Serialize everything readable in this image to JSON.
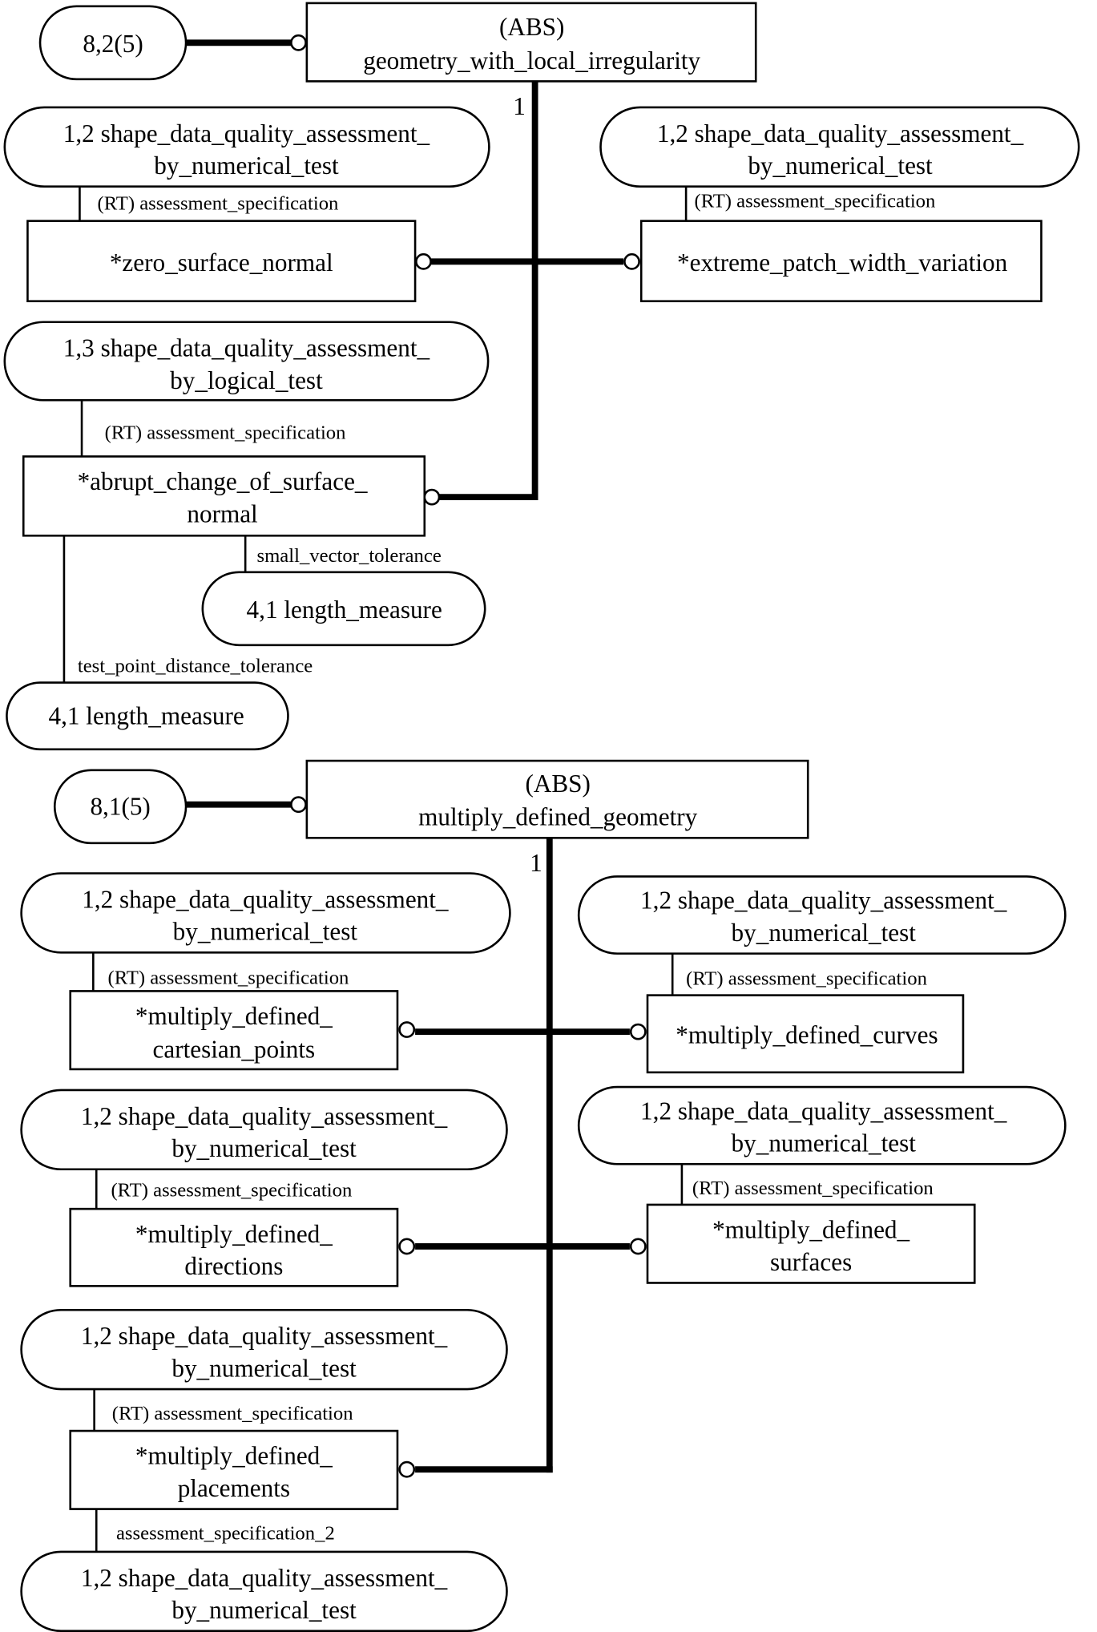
{
  "diagram": {
    "type": "EXPRESS-G schema diagram",
    "sections": [
      {
        "id": "geometry_with_local_irregularity",
        "abs_box": {
          "line1": "(ABS)",
          "line2": "geometry_with_local_irregularity"
        },
        "page_ref": "8,2(5)",
        "cardinality": "1",
        "subtypes": [
          {
            "name": "*zero_surface_normal",
            "assessment_ref": {
              "line1": "1,2  shape_data_quality_assessment_",
              "line2": "by_numerical_test"
            },
            "attribute_label": "(RT) assessment_specification"
          },
          {
            "name": "*extreme_patch_width_variation",
            "assessment_ref": {
              "line1": "1,2  shape_data_quality_assessment_",
              "line2": "by_numerical_test"
            },
            "attribute_label": "(RT) assessment_specification"
          },
          {
            "name_line1": "*abrupt_change_of_surface_",
            "name_line2": "normal",
            "assessment_ref": {
              "line1": "1,3  shape_data_quality_assessment_",
              "line2": "by_logical_test"
            },
            "attribute_label": "(RT) assessment_specification",
            "extra_attributes": [
              {
                "label": "small_vector_tolerance",
                "ref": "4,1  length_measure"
              },
              {
                "label": "test_point_distance_tolerance",
                "ref": "4,1  length_measure"
              }
            ]
          }
        ]
      },
      {
        "id": "multiply_defined_geometry",
        "abs_box": {
          "line1": "(ABS)",
          "line2": "multiply_defined_geometry"
        },
        "page_ref": "8,1(5)",
        "cardinality": "1",
        "subtypes": [
          {
            "name_line1": "*multiply_defined_",
            "name_line2": "cartesian_points",
            "assessment_ref": {
              "line1": "1,2  shape_data_quality_assessment_",
              "line2": "by_numerical_test"
            },
            "attribute_label": "(RT) assessment_specification"
          },
          {
            "name": "*multiply_defined_curves",
            "assessment_ref": {
              "line1": "1,2  shape_data_quality_assessment_",
              "line2": "by_numerical_test"
            },
            "attribute_label": "(RT) assessment_specification"
          },
          {
            "name_line1": "*multiply_defined_",
            "name_line2": "directions",
            "assessment_ref": {
              "line1": "1,2  shape_data_quality_assessment_",
              "line2": "by_numerical_test"
            },
            "attribute_label": "(RT) assessment_specification"
          },
          {
            "name_line1": "*multiply_defined_",
            "name_line2": "surfaces",
            "assessment_ref": {
              "line1": "1,2  shape_data_quality_assessment_",
              "line2": "by_numerical_test"
            },
            "attribute_label": "(RT) assessment_specification"
          },
          {
            "name_line1": "*multiply_defined_",
            "name_line2": "placements",
            "assessment_ref": {
              "line1": "1,2  shape_data_quality_assessment_",
              "line2": "by_numerical_test"
            },
            "attribute_label": "(RT) assessment_specification",
            "extra_attributes": [
              {
                "label": "assessment_specification_2",
                "ref_line1": "1,2  shape_data_quality_assessment_",
                "ref_line2": "by_numerical_test"
              }
            ]
          }
        ]
      }
    ]
  }
}
